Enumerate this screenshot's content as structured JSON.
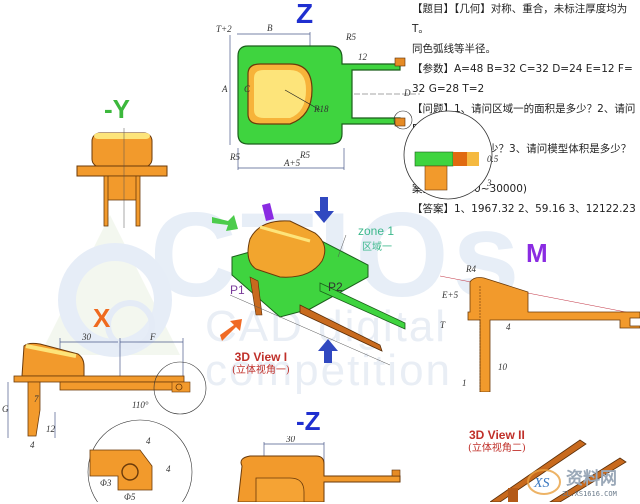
{
  "problem": {
    "title_line": "【题目】【几何】对称、重合，未标注厚度均为T。",
    "title_line2": "同色弧线等半径。",
    "params_line": "【参数】A=48  B=32  C=32  D=24  E=12  F=",
    "params_line2": "32   G=28   T=2",
    "question_line": "【问题】1、请问区域一的面积是多少？2、请问P1",
    "question_line2": "到P2的距离是多少？3、请问模型体积是多少？(答",
    "question_line3": "案区间在3000~30000)",
    "answer_line": "【答案】1、1967.32   2、59.16   3、12122.23"
  },
  "parameters": {
    "A": 48,
    "B": 32,
    "C": 32,
    "D": 24,
    "E": 12,
    "F": 32,
    "G": 28,
    "T": 2
  },
  "answers": [
    "1967.32",
    "59.16",
    "12122.23"
  ],
  "views": {
    "z": {
      "label": "Z",
      "color": "#1f2fd0"
    },
    "neg_y": {
      "label": "-Y",
      "color": "#3cb83c"
    },
    "x": {
      "label": "X",
      "color": "#ef6a1f"
    },
    "m": {
      "label": "M",
      "color": "#8a2be2"
    },
    "neg_z": {
      "label": "-Z",
      "color": "#1f2fd0"
    },
    "view3d_1": {
      "title": "3D View I",
      "subtitle": "(立体视角一)"
    },
    "view3d_2": {
      "title": "3D View II",
      "subtitle": "(立体视角二)"
    }
  },
  "annotations": {
    "zone1": "zone 1",
    "zone1_cn": "区域一",
    "p1": "P1",
    "p2": "P2"
  },
  "dimensions": {
    "z_view": [
      "T+2",
      "B",
      "R5",
      "12",
      "A",
      "C",
      "D",
      "R18",
      "R5",
      "R5",
      "A+5"
    ],
    "detail_top": [
      "0.5",
      "3"
    ],
    "x_view": [
      "30",
      "F",
      "G",
      "7",
      "12",
      "4",
      "110°",
      "4",
      "4",
      "Φ3",
      "Φ5"
    ],
    "m_view": [
      "R4",
      "E+5",
      "T",
      "4",
      "10",
      "1"
    ],
    "neg_z_view": [
      "30"
    ]
  },
  "watermark": {
    "big": "CTIOs",
    "sub": "CAD digital competition"
  },
  "site_logo": {
    "name": "资料网",
    "url_text": "ZL.XS1616.COM",
    "mark": "XS"
  }
}
